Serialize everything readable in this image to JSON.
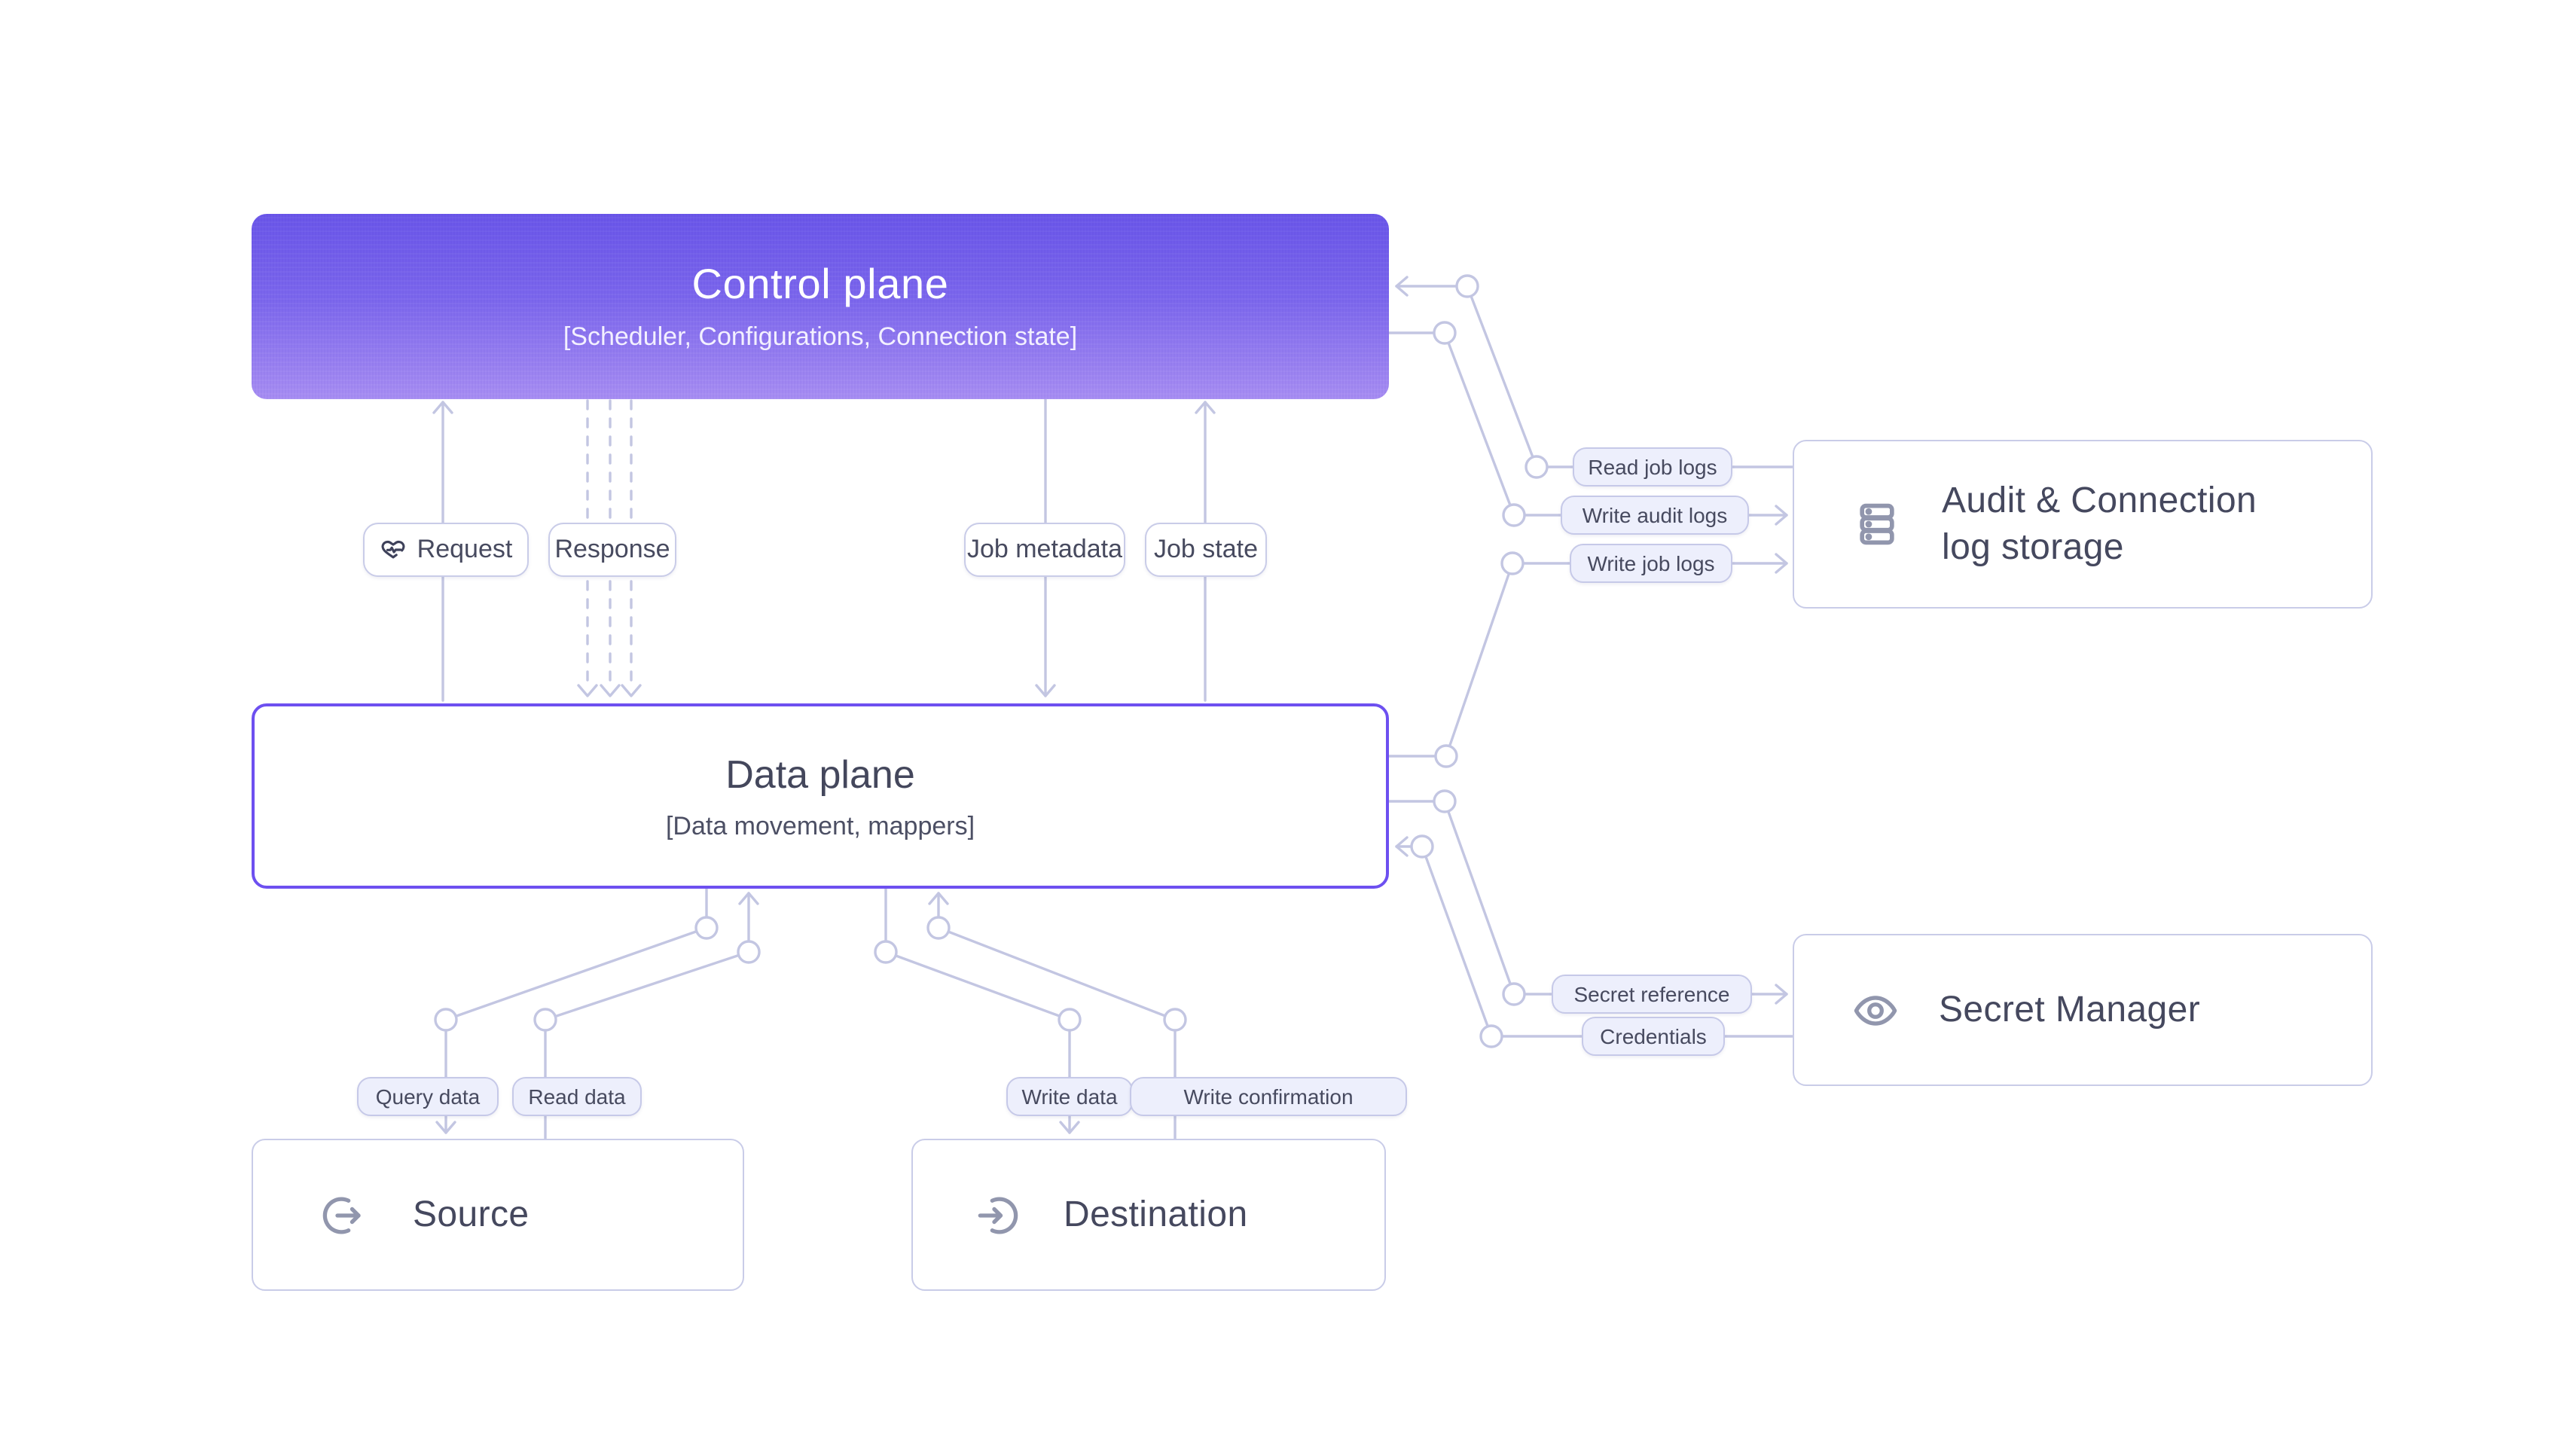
{
  "page": {
    "background": "#ffffff"
  },
  "diagram": {
    "nodes": {
      "control_plane": {
        "title": "Control plane",
        "subtitle": "[Scheduler, Configurations, Connection state]",
        "gradient_top": "#6a56e9",
        "gradient_bottom": "#a88ef2"
      },
      "data_plane": {
        "title": "Data plane",
        "subtitle": "[Data movement, mappers]",
        "border_color": "#6d50f0"
      },
      "audit_storage": {
        "title": "Audit & Connection log storage",
        "icon": "database-icon"
      },
      "secret_manager": {
        "title": "Secret Manager",
        "icon": "eye-icon"
      },
      "source": {
        "title": "Source",
        "icon": "logout-arrow-icon"
      },
      "destination": {
        "title": "Destination",
        "icon": "login-arrow-icon"
      }
    },
    "edge_labels": {
      "request": "Request",
      "response": "Response",
      "job_metadata": "Job metadata",
      "job_state": "Job state",
      "read_job_logs": "Read job logs",
      "write_audit_logs": "Write audit logs",
      "write_job_logs": "Write job logs",
      "secret_reference": "Secret reference",
      "credentials": "Credentials",
      "query_data": "Query data",
      "read_data": "Read data",
      "write_data": "Write data",
      "write_confirmation": "Write confirmation"
    },
    "colors": {
      "connector": "#c3c6e2",
      "pill_fill": "#edeffc",
      "pill_border": "#c6c9e8",
      "text": "#474a5f",
      "icon_gray": "#9196ad"
    }
  }
}
